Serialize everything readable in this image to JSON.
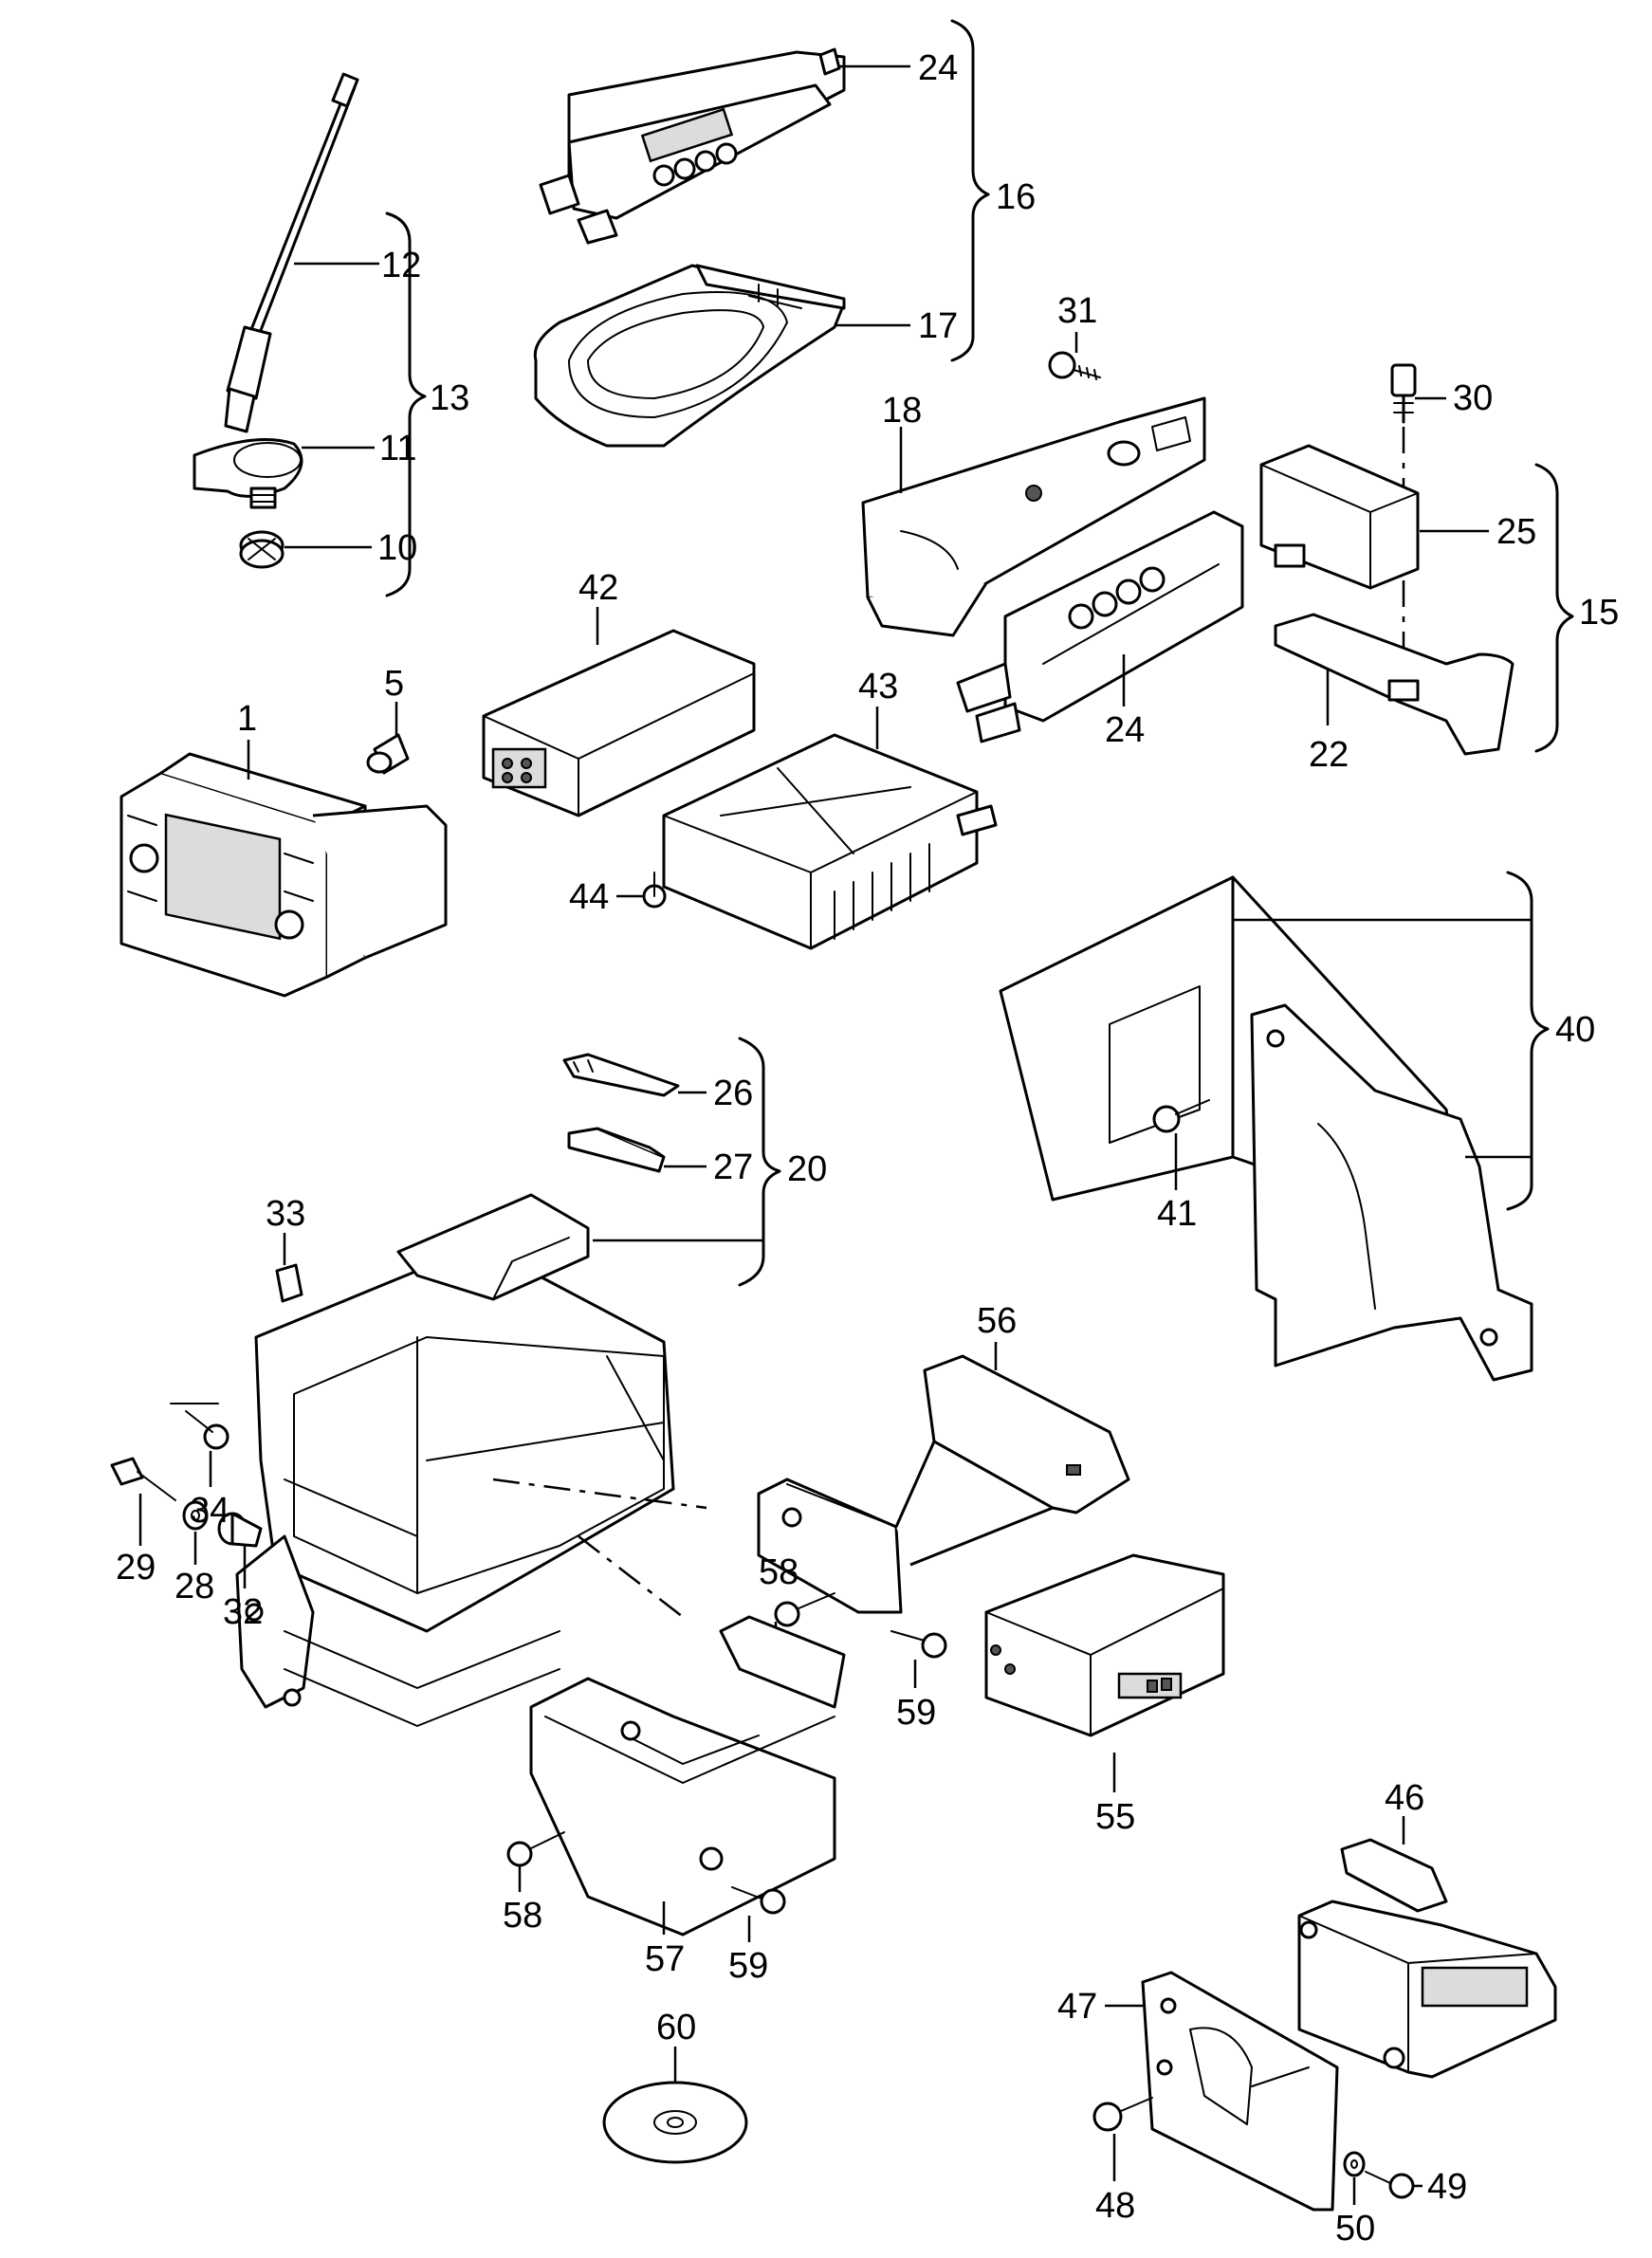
{
  "diagram": {
    "callouts": {
      "c1": "1",
      "c5": "5",
      "c10": "10",
      "c11": "11",
      "c12": "12",
      "c13": "13",
      "c15": "15",
      "c16": "16",
      "c17": "17",
      "c18": "18",
      "c20": "20",
      "c22": "22",
      "c24a": "24",
      "c24b": "24",
      "c25": "25",
      "c26": "26",
      "c27": "27",
      "c28": "28",
      "c29": "29",
      "c30": "30",
      "c31": "31",
      "c32": "32",
      "c33": "33",
      "c34": "34",
      "c40": "40",
      "c41": "41",
      "c42": "42",
      "c43": "43",
      "c44": "44",
      "c46": "46",
      "c47": "47",
      "c48": "48",
      "c49": "49",
      "c50": "50",
      "c55": "55",
      "c56": "56",
      "c57": "57",
      "c58a": "58",
      "c58b": "58",
      "c59a": "59",
      "c59b": "59",
      "c60": "60"
    }
  }
}
